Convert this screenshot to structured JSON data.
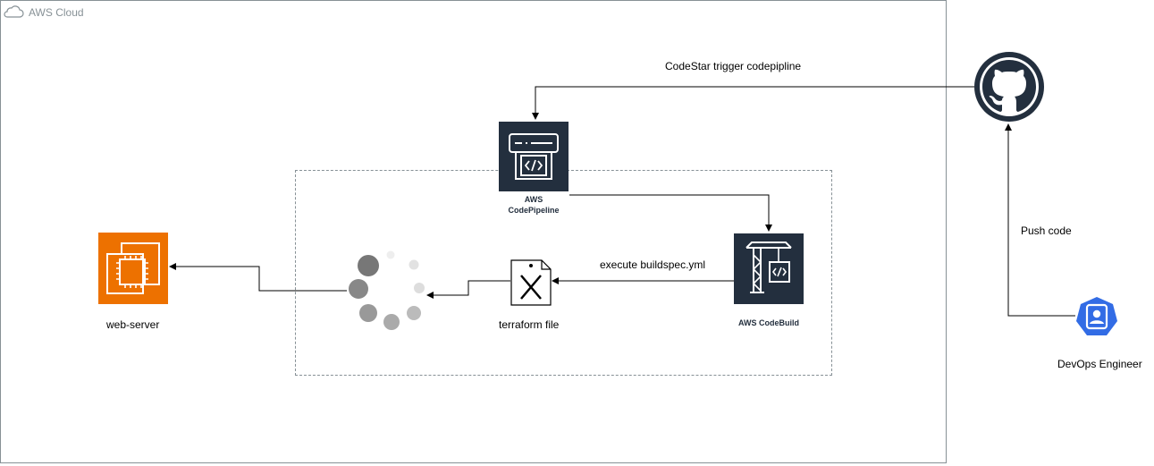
{
  "cloud": {
    "label": "AWS Cloud"
  },
  "nodes": {
    "codepipeline": {
      "line1": "AWS",
      "line2": "CodePipeline",
      "color": "#232f3e"
    },
    "codebuild": {
      "label": "AWS CodeBuild",
      "color": "#232f3e"
    },
    "terraform": {
      "label": "terraform file"
    },
    "ec2": {
      "label": "web-server",
      "color": "#ed7100"
    },
    "github": {
      "color": "#232f3e"
    },
    "devops": {
      "label": "DevOps Engineer",
      "color": "#326ce5"
    }
  },
  "edges": {
    "codestar_trigger": "CodeStar trigger codepipline",
    "execute_buildspec": "execute buildspec.yml",
    "push_code": "Push code"
  }
}
